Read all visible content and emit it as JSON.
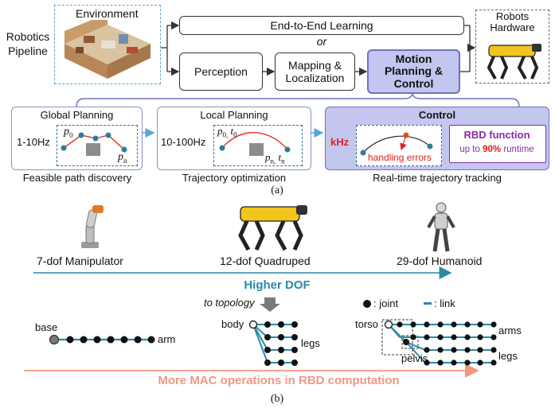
{
  "part_a": {
    "pipeline_label": "Robotics\nPipeline",
    "environment": "Environment",
    "end_to_end": "End-to-End Learning",
    "or": "or",
    "perception": "Perception",
    "mapping": "Mapping &\nLocalization",
    "motion": "Motion\nPlanning &\nControl",
    "hardware": "Robots\nHardware",
    "global": {
      "title": "Global Planning",
      "freq": "1-10Hz",
      "start": "p",
      "start_sub": "0",
      "end": "p",
      "end_sub": "n",
      "caption": "Feasible path discovery"
    },
    "local": {
      "title": "Local Planning",
      "freq": "10-100Hz",
      "start": "p",
      "start_sub": "0,",
      "start_t": "t",
      "start_t_sub": "0",
      "end": "p",
      "end_sub": "n,",
      "end_t": "t",
      "end_t_sub": "n",
      "caption": "Trajectory optimization"
    },
    "control": {
      "title": "Control",
      "freq": "kHz",
      "handling": "handling errors",
      "rbd_title": "RBD function",
      "rbd_pre": "up to ",
      "rbd_bold": "90%",
      "rbd_post": " runtime",
      "caption": "Real-time trajectory tracking"
    },
    "label": "(a)"
  },
  "part_b": {
    "manipulator": "7-dof Manipulator",
    "quadruped": "12-dof Quadruped",
    "humanoid": "29-dof Humanoid",
    "higher_dof": "Higher DOF",
    "to_topology": "to topology",
    "legend_joint": ": joint",
    "legend_link": ": link",
    "base": "base",
    "arm": "arm",
    "body": "body",
    "legs": "legs",
    "torso": "torso",
    "arms": "arms",
    "legs2": "legs",
    "pelvis": "pelvis",
    "mac": "More MAC operations in RBD computation",
    "label": "(b)"
  },
  "colors": {
    "blue_dashed": "#5aa7d6",
    "grey_dashed": "#6a6a6a",
    "motion_fill": "#c3c6ee",
    "motion_border": "#6d72c3",
    "teal": "#2a8aa8",
    "salmon": "#f29780",
    "red": "#e02020",
    "purple": "#8b2ba8"
  }
}
